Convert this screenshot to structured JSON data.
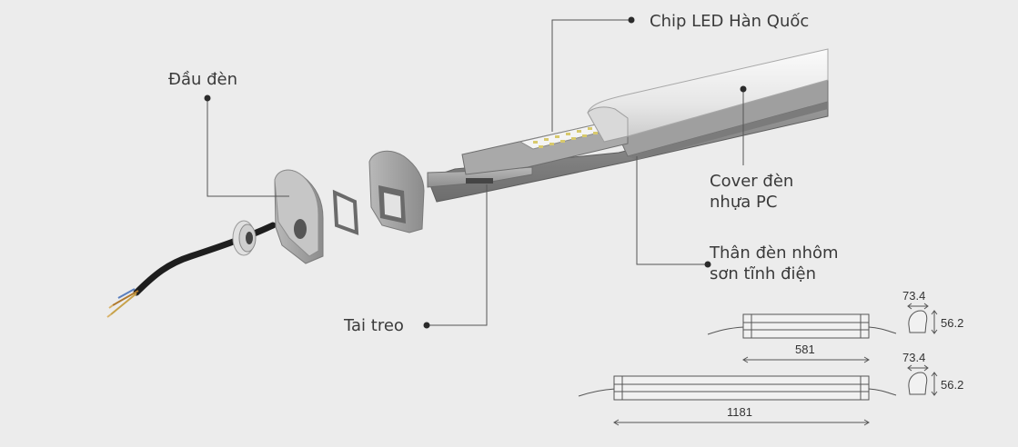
{
  "labels": {
    "chip_led": "Chip LED Hàn Quốc",
    "end_cap": "Đầu đèn",
    "cover_line1": "Cover đèn",
    "cover_line2": "nhựa PC",
    "body_line1": "Thân đèn nhôm",
    "body_line2": "sơn tĩnh điện",
    "hanger": "Tai treo"
  },
  "dimensions": {
    "short_fixture": {
      "length": "581",
      "width": "73.4",
      "height": "56.2"
    },
    "long_fixture": {
      "length": "1181",
      "width": "73.4",
      "height": "56.2"
    }
  }
}
